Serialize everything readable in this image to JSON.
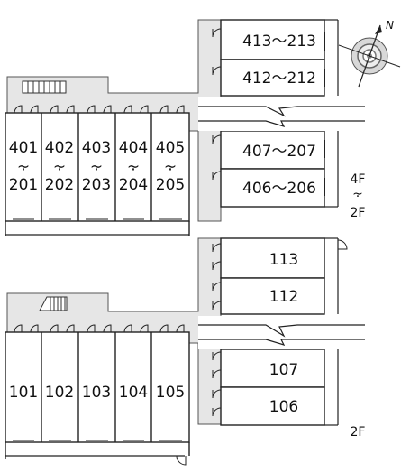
{
  "upper": {
    "east_rooms": [
      {
        "id": "r413",
        "label": "413〜213"
      },
      {
        "id": "r412",
        "label": "412〜212"
      },
      {
        "id": "r407",
        "label": "407〜207"
      },
      {
        "id": "r406",
        "label": "406〜206"
      }
    ],
    "west_rooms": [
      {
        "top": "401",
        "sep": "⸟",
        "bottom": "201"
      },
      {
        "top": "402",
        "sep": "⸟",
        "bottom": "202"
      },
      {
        "top": "403",
        "sep": "⸟",
        "bottom": "203"
      },
      {
        "top": "404",
        "sep": "⸟",
        "bottom": "204"
      },
      {
        "top": "405",
        "sep": "⸟",
        "bottom": "205"
      }
    ],
    "floor_range": {
      "top": "4F",
      "sep": "⸟",
      "bottom": "2F"
    }
  },
  "lower": {
    "east_rooms": [
      {
        "id": "r113",
        "label": "113"
      },
      {
        "id": "r112",
        "label": "112"
      },
      {
        "id": "r107",
        "label": "107"
      },
      {
        "id": "r106",
        "label": "106"
      }
    ],
    "west_rooms": [
      "101",
      "102",
      "103",
      "104",
      "105"
    ],
    "floor": "2F"
  },
  "compass": {
    "north_label": "N"
  }
}
